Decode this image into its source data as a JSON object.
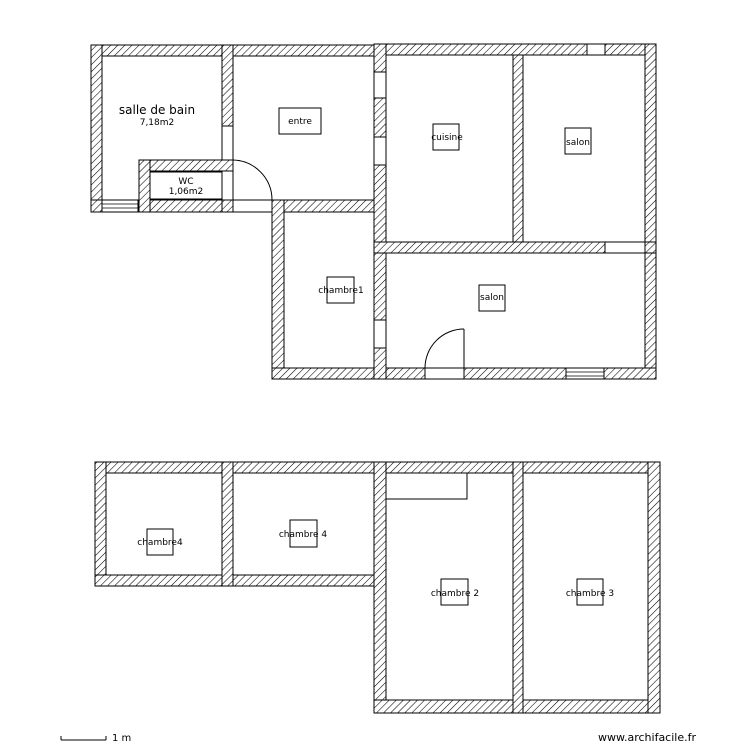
{
  "rooms": {
    "salle_de_bain": {
      "name": "salle de bain",
      "area": "7,18m2"
    },
    "wc": {
      "name": "WC",
      "area": "1,06m2"
    },
    "entre": {
      "name": "entre"
    },
    "cuisine": {
      "name": "cuisine"
    },
    "salon_top": {
      "name": "salon"
    },
    "chambre1": {
      "name": "chambre1"
    },
    "salon_bottom": {
      "name": "salon"
    },
    "chambre4_left": {
      "name": "chambre4"
    },
    "chambre4_mid": {
      "name": "chambre 4"
    },
    "chambre2": {
      "name": "chambre 2"
    },
    "chambre3": {
      "name": "chambre 3"
    }
  },
  "scale": {
    "label": "1 m"
  },
  "credit": {
    "text": "www.archifacile.fr"
  }
}
